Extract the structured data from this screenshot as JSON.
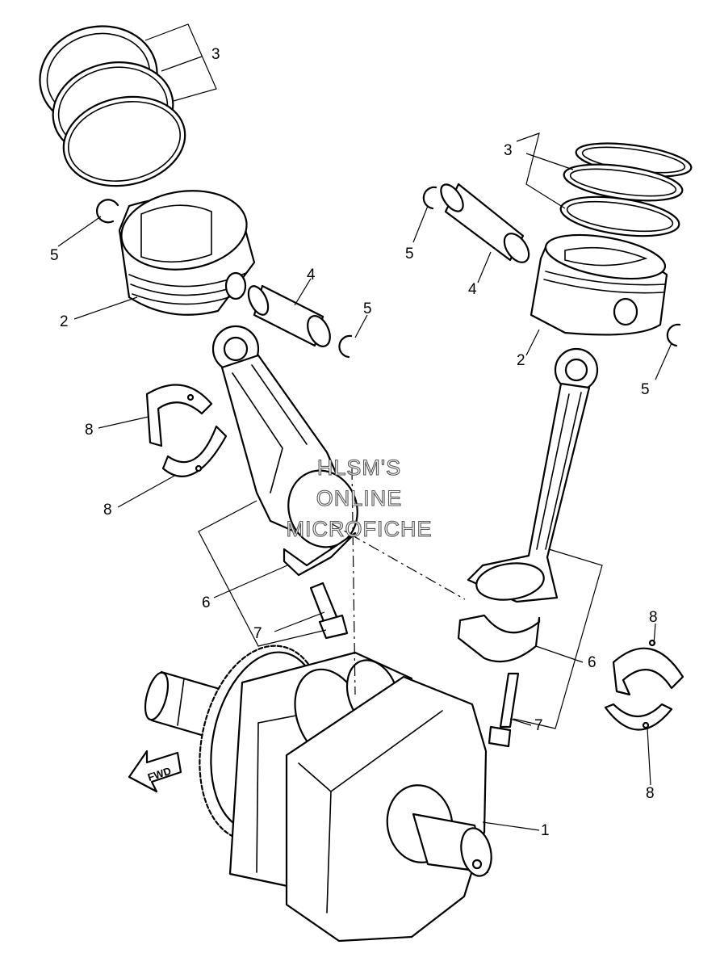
{
  "diagram": {
    "callouts": [
      "1",
      "2",
      "2",
      "3",
      "3",
      "4",
      "4",
      "5",
      "5",
      "5",
      "5",
      "6",
      "6",
      "7",
      "7",
      "8",
      "8",
      "8",
      "8"
    ],
    "direction_arrow_label": "FWD",
    "watermark_lines": [
      "HLSM'S",
      "ONLINE",
      "MICROFICHE"
    ]
  }
}
